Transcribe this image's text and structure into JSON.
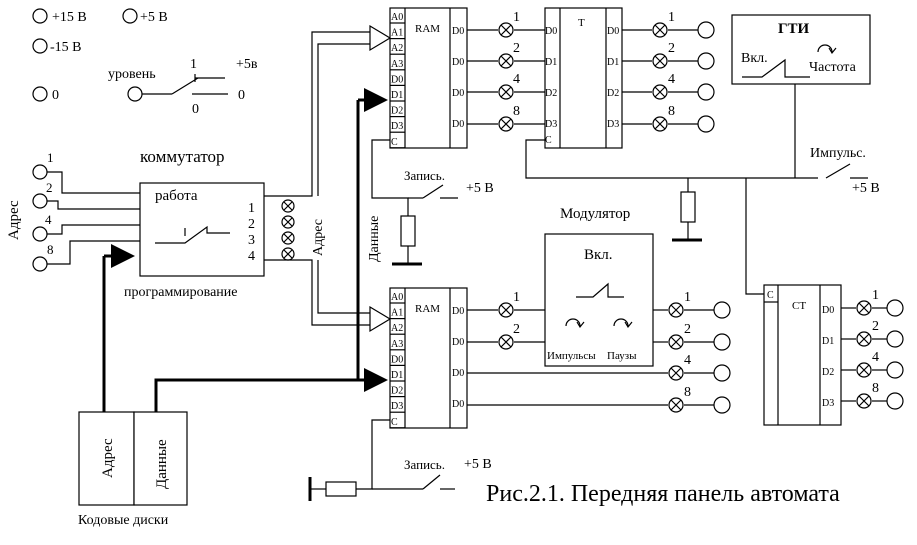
{
  "power": {
    "p15": "+15 В",
    "p5": "+5 В",
    "m15": "-15 В",
    "zero": "0"
  },
  "level": {
    "label": "уровень",
    "one": "1",
    "zero_lbl": "0",
    "plus5": "+5в",
    "zero_out": "0"
  },
  "commutator": {
    "title": "коммутатор",
    "mode_work": "работа",
    "mode_prog": "программирование",
    "outs": [
      "1",
      "2",
      "3",
      "4"
    ]
  },
  "addr_side": "Адрес",
  "addr_bits": [
    "1",
    "2",
    "4",
    "8"
  ],
  "addr_mid": "Адрес",
  "data_mid": "Данные",
  "ram_top": {
    "name": "RAM",
    "pins_left": [
      "A0",
      "A1",
      "A2",
      "A3",
      "D0",
      "D1",
      "D2",
      "D3",
      "C"
    ],
    "pins_right": [
      "D0",
      "D0",
      "D0",
      "D0"
    ]
  },
  "ram_bottom": {
    "name": "RAM",
    "pins_left": [
      "A0",
      "A1",
      "A2",
      "A3",
      "D0",
      "D1",
      "D2",
      "D3",
      "C"
    ],
    "pins_right": [
      "D0",
      "D0",
      "D0",
      "D0"
    ]
  },
  "bits": [
    "1",
    "2",
    "4",
    "8"
  ],
  "trigger": {
    "name": "T",
    "pins_left": [
      "D0",
      "D1",
      "D2",
      "D3",
      "C"
    ],
    "pins_right": [
      "D0",
      "D1",
      "D2",
      "D3"
    ]
  },
  "gti": {
    "title": "ГТИ",
    "on": "Вкл.",
    "freq": "Частота"
  },
  "impulse": {
    "label": "Импульс.",
    "plus5": "+5 В"
  },
  "write_top": {
    "label": "Запись.",
    "plus5": "+5 В"
  },
  "write_bottom": {
    "label": "Запись.",
    "plus5": "+5 В"
  },
  "modulator": {
    "title": "Модулятор",
    "on": "Вкл.",
    "pulses": "Импульсы",
    "pauses": "Паузы"
  },
  "counter": {
    "name": "СТ",
    "pin_c": "C",
    "pins_right": [
      "D0",
      "D1",
      "D2",
      "D3"
    ]
  },
  "discs": {
    "addr": "Адрес",
    "data": "Данные",
    "caption": "Кодовые диски"
  },
  "caption": "Рис.2.1. Передняя панель автомата"
}
